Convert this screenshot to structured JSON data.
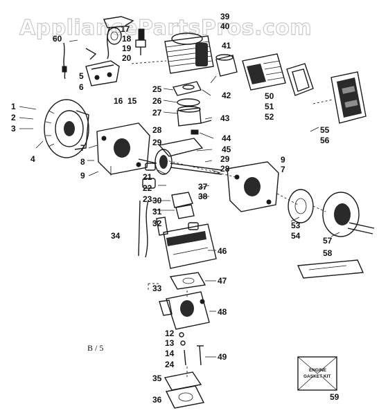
{
  "watermark": "AppliancePartsPros.com",
  "figure_code": "B / 5",
  "kit_label_line1": "ENGINE",
  "kit_label_line2": "GASKET KIT",
  "callouts": [
    "1",
    "2",
    "3",
    "4",
    "5",
    "6",
    "7",
    "7",
    "8",
    "9",
    "9",
    "12",
    "13",
    "14",
    "15",
    "16",
    "17",
    "18",
    "19",
    "20",
    "21",
    "22",
    "23",
    "24",
    "25",
    "26",
    "27",
    "28",
    "28",
    "29",
    "29",
    "30",
    "31",
    "32",
    "33",
    "34",
    "35",
    "36",
    "37",
    "38",
    "39",
    "40",
    "41",
    "42",
    "43",
    "44",
    "45",
    "46",
    "47",
    "48",
    "49",
    "50",
    "51",
    "52",
    "53",
    "54",
    "55",
    "56",
    "57",
    "58",
    "59",
    "60"
  ]
}
